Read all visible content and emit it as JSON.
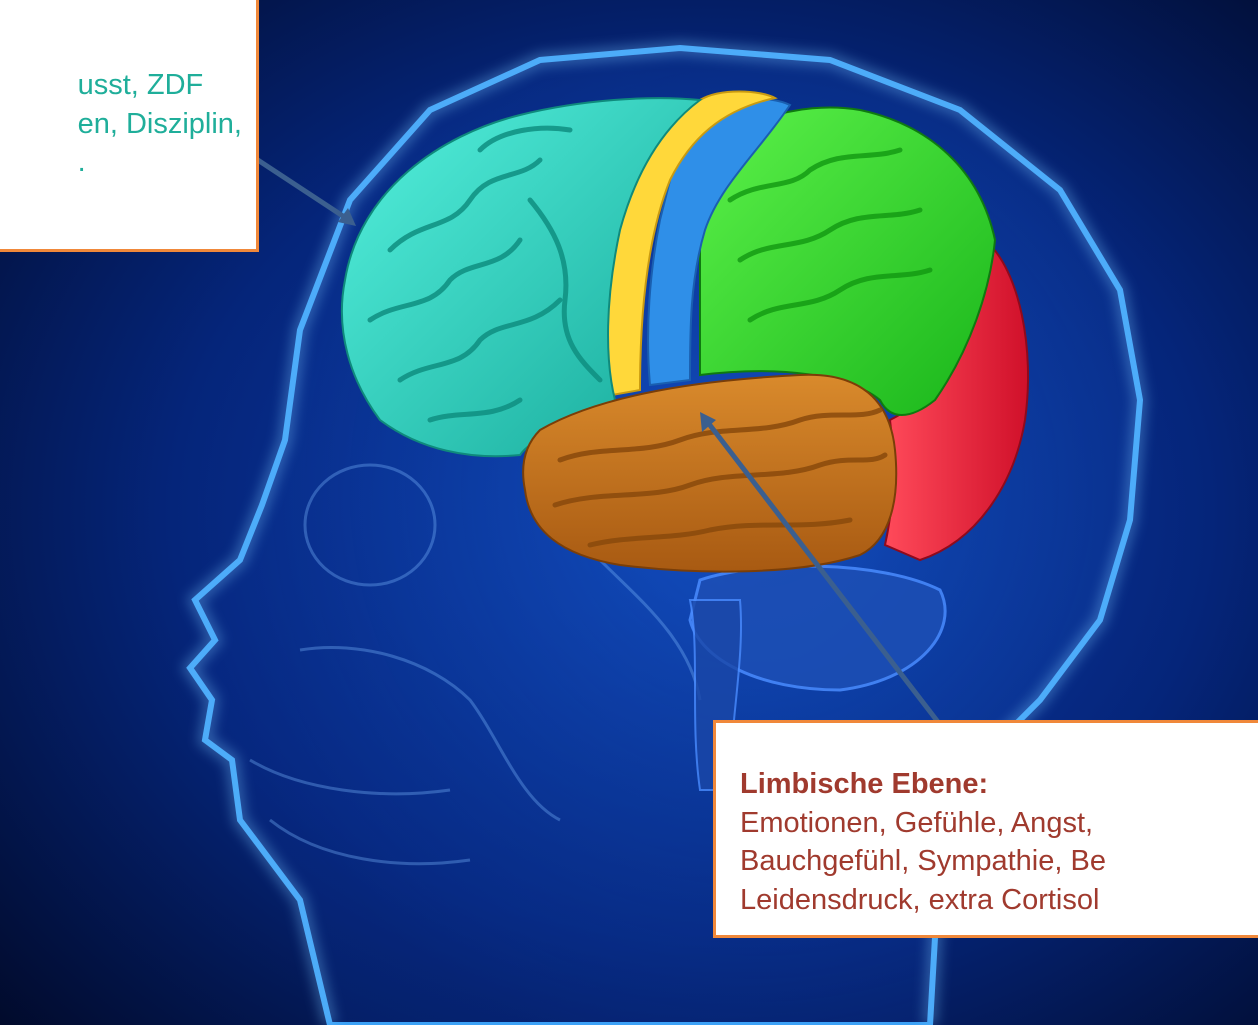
{
  "callouts": {
    "top": {
      "lines": [
        "usst, ZDF",
        "en, Disziplin,",
        "."
      ]
    },
    "bottom": {
      "title": "Limbische Ebene:",
      "lines": [
        "Emotionen, Gefühle, Angst,",
        "Bauchgefühl, Sympathie, Be",
        "Leidensdruck, extra Cortisol"
      ]
    }
  },
  "colors": {
    "background": "#03143f",
    "head_glow": "#2f9bff",
    "frontal_lobe": "#2fd9c6",
    "strip_yellow": "#ffd83a",
    "strip_blue": "#2f8fe8",
    "parietal_lobe": "#2fdf2a",
    "occipital_lobe": "#f3263f",
    "temporal_lobe": "#c9741f",
    "callout_border": "#f0883a",
    "top_text": "#1fae9a",
    "bottom_text": "#a03a2e"
  }
}
